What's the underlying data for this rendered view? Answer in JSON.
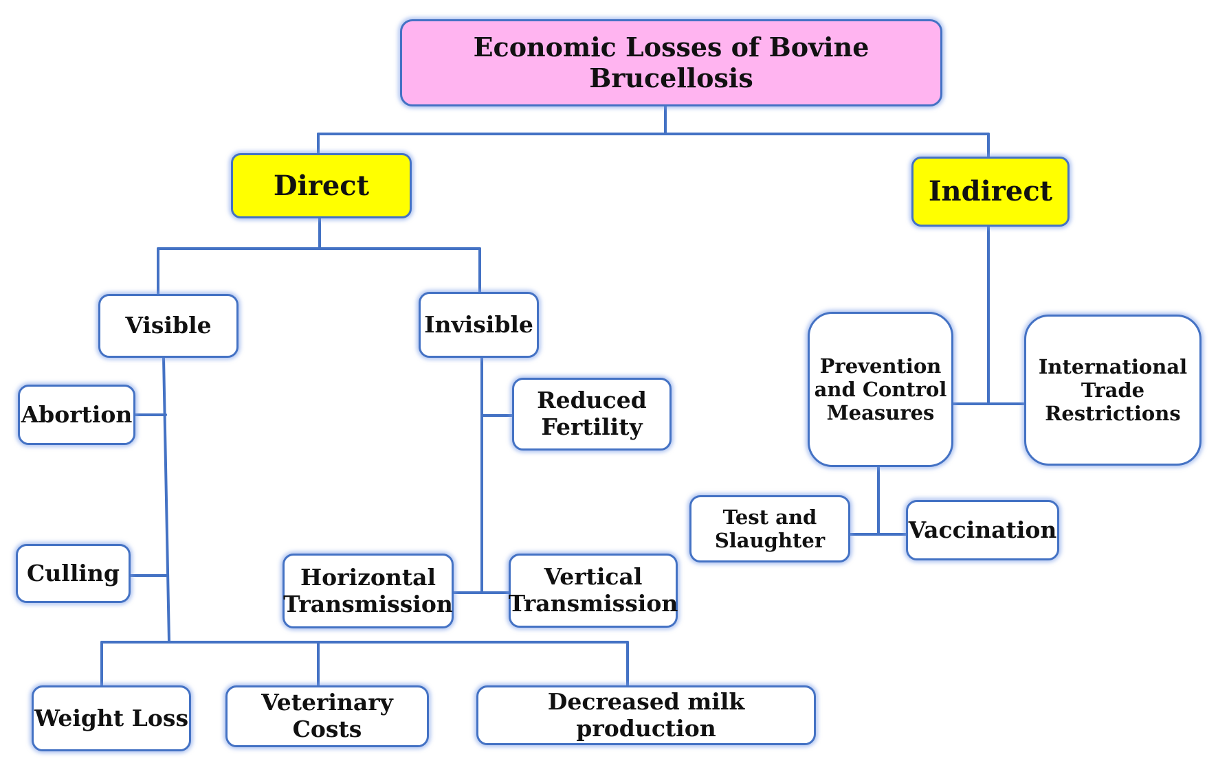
{
  "title": "Economic Losses of Bovine Brucellosis",
  "direct": {
    "label": "Direct",
    "visible": {
      "label": "Visible",
      "items": {
        "abortion": "Abortion",
        "culling": "Culling",
        "weight_loss": "Weight  Loss",
        "veterinary_costs": "Veterinary  Costs",
        "decreased_milk": "Decreased milk  production"
      }
    },
    "invisible": {
      "label": "Invisible",
      "items": {
        "reduced_fertility": "Reduced\nFertility",
        "horizontal_transmission": "Horizontal\nTransmission",
        "vertical_transmission": "Vertical\nTransmission"
      }
    }
  },
  "indirect": {
    "label": "Indirect",
    "items": {
      "prevention": "Prevention\nand Control\nMeasures",
      "international_trade": "International\nTrade\nRestrictions",
      "test_and_slaughter": "Test and\nSlaughter",
      "vaccination": "Vaccination"
    }
  },
  "colors": {
    "connector": "#4472c4",
    "root_fill": "#ffb4f0",
    "category_fill": "#ffff00",
    "box_fill": "#ffffff"
  }
}
